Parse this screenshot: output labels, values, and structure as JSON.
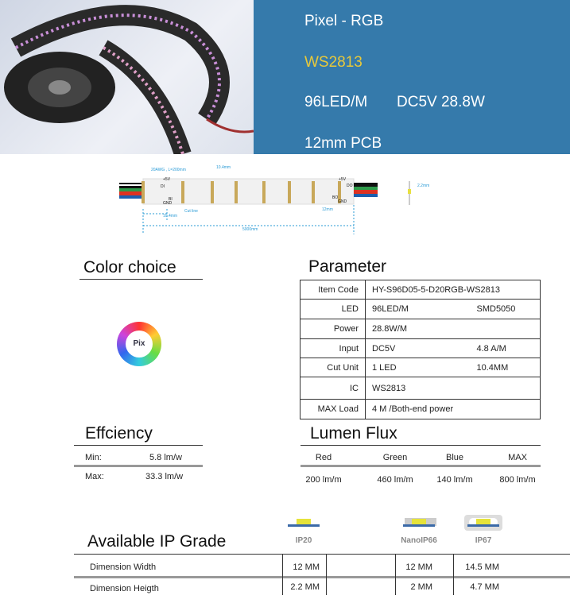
{
  "hero": {
    "line1": "Pixel - RGB",
    "line2": "WS2813",
    "line3a": "96LED/M",
    "line3b": "DC5V  28.8W",
    "line4": "12mm PCB",
    "accent": "#e8c93a",
    "bg": "#357aab"
  },
  "diagram": {
    "cable": "20AWG , L=200mm",
    "pitch": "10.4mm",
    "plus5v_l": "+5V",
    "di": "DI",
    "bi": "BI",
    "gnd_l": "GND",
    "cut_pitch": "10.4mm",
    "cut_line": "Cut line",
    "length": "5000mm",
    "plus5v_r": "+5V",
    "do": "DO",
    "bo": "BO",
    "gnd_r": "GND",
    "width": "12mm",
    "thickness": "2.2mm"
  },
  "color_choice": {
    "title": "Color choice",
    "icon_label": "Pix"
  },
  "parameter": {
    "title": "Parameter",
    "rows": [
      {
        "k": "Item Code",
        "v1": "HY-S96D05-5-D20RGB-WS2813",
        "v2": ""
      },
      {
        "k": "LED",
        "v1": "96LED/M",
        "v2": "SMD5050"
      },
      {
        "k": "Power",
        "v1": "28.8W/M",
        "v2": ""
      },
      {
        "k": "Input",
        "v1": "DC5V",
        "v2": "4.8 A/M"
      },
      {
        "k": "Cut Unit",
        "v1": "1 LED",
        "v2": "10.4MM"
      },
      {
        "k": "IC",
        "v1": "WS2813",
        "v2": ""
      },
      {
        "k": "MAX Load",
        "v1": "4 M /Both-end power",
        "v2": ""
      }
    ]
  },
  "efficiency": {
    "title": "Effciency",
    "min_label": "Min:",
    "min_value": "5.8 lm/w",
    "max_label": "Max:",
    "max_value": "33.3 lm/w"
  },
  "lumen": {
    "title": "Lumen Flux",
    "headers": [
      "Red",
      "Green",
      "Blue",
      "MAX"
    ],
    "values": [
      "200 lm/m",
      "460 lm/m",
      "140 lm/m",
      "800 lm/m"
    ]
  },
  "ip": {
    "title": "Available IP Grade",
    "grades": [
      "IP20",
      "NanoIP66",
      "IP67"
    ],
    "rows": [
      {
        "label": "Dimension Width",
        "values": [
          "12 MM",
          "12 MM",
          "14.5 MM"
        ]
      },
      {
        "label": "Dimension Heigth",
        "values": [
          "2.2 MM",
          "2  MM",
          "4.7 MM"
        ]
      }
    ]
  }
}
